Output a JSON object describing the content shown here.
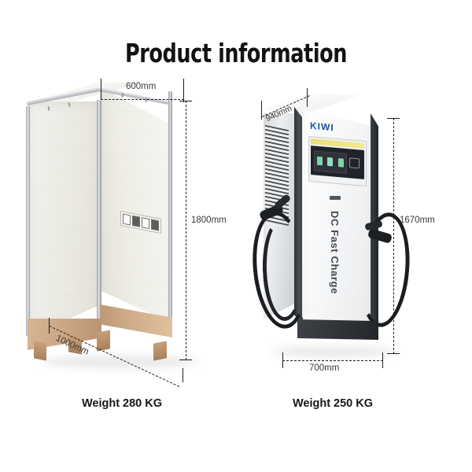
{
  "title": "Product information",
  "products": [
    {
      "name": "packing-crate",
      "dimensions": {
        "width": "600mm",
        "depth": "1000mm",
        "height": "1800mm"
      },
      "weight": "Weight 280 KG"
    },
    {
      "name": "dc-fast-charger",
      "brand": "KIWI",
      "body_text": "DC Fast Charge",
      "dimensions": {
        "depth": "940mm",
        "width": "700mm",
        "height": "1670mm"
      },
      "weight": "Weight 250 KG"
    }
  ],
  "colors": {
    "background": "#ffffff",
    "title": "#131313",
    "dimension_line": "#1d1d1d",
    "dimension_text": "#3a3a3a",
    "brand_blue": "#1d4f9e",
    "cabinet_dark": "#23272b",
    "crate_wood": "#c8a380"
  }
}
